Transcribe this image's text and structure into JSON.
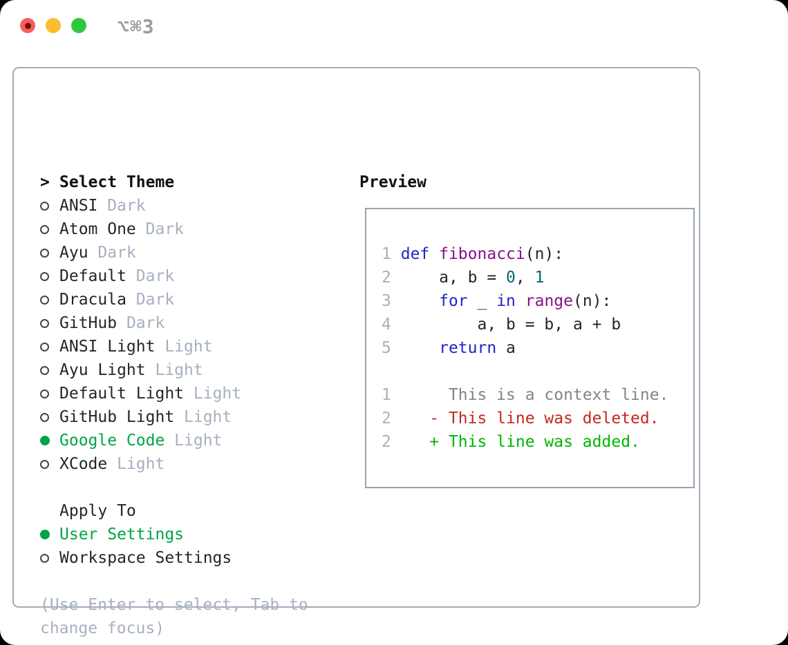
{
  "titlebar": {
    "title": "⌥⌘3",
    "buttons": [
      "close",
      "minimize",
      "zoom"
    ]
  },
  "theme_list": {
    "header_marker": ">",
    "header": "Select Theme",
    "items": [
      {
        "name": "ANSI",
        "variant": "Dark",
        "selected": false
      },
      {
        "name": "Atom One",
        "variant": "Dark",
        "selected": false
      },
      {
        "name": "Ayu",
        "variant": "Dark",
        "selected": false
      },
      {
        "name": "Default",
        "variant": "Dark",
        "selected": false
      },
      {
        "name": "Dracula",
        "variant": "Dark",
        "selected": false
      },
      {
        "name": "GitHub",
        "variant": "Dark",
        "selected": false
      },
      {
        "name": "ANSI Light",
        "variant": "Light",
        "selected": false
      },
      {
        "name": "Ayu Light",
        "variant": "Light",
        "selected": false
      },
      {
        "name": "Default Light",
        "variant": "Light",
        "selected": false
      },
      {
        "name": "GitHub Light",
        "variant": "Light",
        "selected": false
      },
      {
        "name": "Google Code",
        "variant": "Light",
        "selected": true
      },
      {
        "name": "XCode",
        "variant": "Light",
        "selected": false
      }
    ]
  },
  "apply_to": {
    "header": "Apply To",
    "options": [
      {
        "label": "User Settings",
        "selected": true
      },
      {
        "label": "Workspace Settings",
        "selected": false
      }
    ]
  },
  "help_text": [
    "(Use Enter to select, Tab to",
    "change focus)"
  ],
  "preview": {
    "header": "Preview",
    "code_lines": [
      {
        "num": "1",
        "segments": [
          {
            "t": "def ",
            "c": "keyword"
          },
          {
            "t": "fibonacci",
            "c": "function"
          },
          {
            "t": "(n):",
            "c": "default"
          }
        ]
      },
      {
        "num": "2",
        "segments": [
          {
            "t": "    a, b = ",
            "c": "default"
          },
          {
            "t": "0",
            "c": "literal"
          },
          {
            "t": ", ",
            "c": "default"
          },
          {
            "t": "1",
            "c": "literal"
          }
        ]
      },
      {
        "num": "3",
        "segments": [
          {
            "t": "    ",
            "c": "default"
          },
          {
            "t": "for",
            "c": "keyword"
          },
          {
            "t": " _ ",
            "c": "default"
          },
          {
            "t": "in",
            "c": "keyword"
          },
          {
            "t": " ",
            "c": "default"
          },
          {
            "t": "range",
            "c": "function"
          },
          {
            "t": "(n):",
            "c": "default"
          }
        ]
      },
      {
        "num": "4",
        "segments": [
          {
            "t": "        a, b = b, a + b",
            "c": "default"
          }
        ]
      },
      {
        "num": "5",
        "segments": [
          {
            "t": "    ",
            "c": "default"
          },
          {
            "t": "return",
            "c": "keyword"
          },
          {
            "t": " a",
            "c": "default"
          }
        ]
      }
    ],
    "diff_lines": [
      {
        "num": "1",
        "marker": " ",
        "text": "This is a context line.",
        "type": "context"
      },
      {
        "num": "2",
        "marker": "-",
        "text": "This line was deleted.",
        "type": "deleted"
      },
      {
        "num": "2",
        "marker": "+",
        "text": "This line was added.",
        "type": "added"
      }
    ]
  },
  "colors": {
    "accent_green": "#00a546",
    "muted_gray": "#a7b0be",
    "line_number": "#a7b0be",
    "code_default": "#22262c",
    "keyword_blue": "#2323c8",
    "function_purple": "#8a0f8a",
    "literal_teal": "#006a6a",
    "diff_context": "#7f858d",
    "diff_deleted": "#c4281c",
    "diff_added": "#00b500",
    "traffic_red": "#f3605b",
    "traffic_red_dot": "#6e0f08",
    "traffic_yellow": "#fcbc2f",
    "traffic_green": "#2ec840"
  }
}
